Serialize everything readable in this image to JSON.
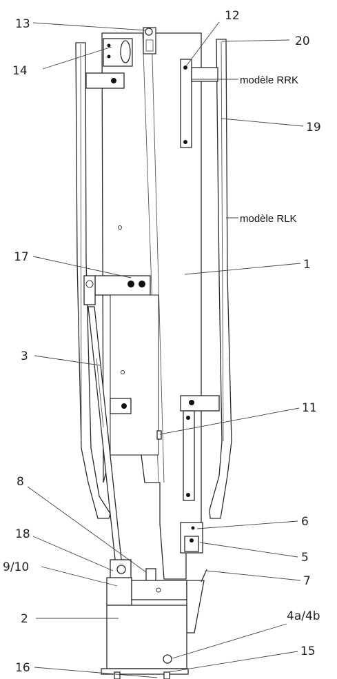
{
  "callouts": {
    "c13": "13",
    "c12": "12",
    "c20": "20",
    "c14": "14",
    "rrk": "modèle RRK",
    "c19": "19",
    "rlk": "modèle RLK",
    "c17": "17",
    "c1": "1",
    "c3": "3",
    "c11": "11",
    "c8": "8",
    "c6": "6",
    "c18": "18",
    "c5": "5",
    "c910": "9/10",
    "c7": "7",
    "c2": "2",
    "c4": "4a/4b",
    "c15": "15",
    "c16": "16"
  },
  "colors": {
    "line": "#2a2a2a",
    "fill": "#ffffff",
    "bolt": "#111111"
  }
}
